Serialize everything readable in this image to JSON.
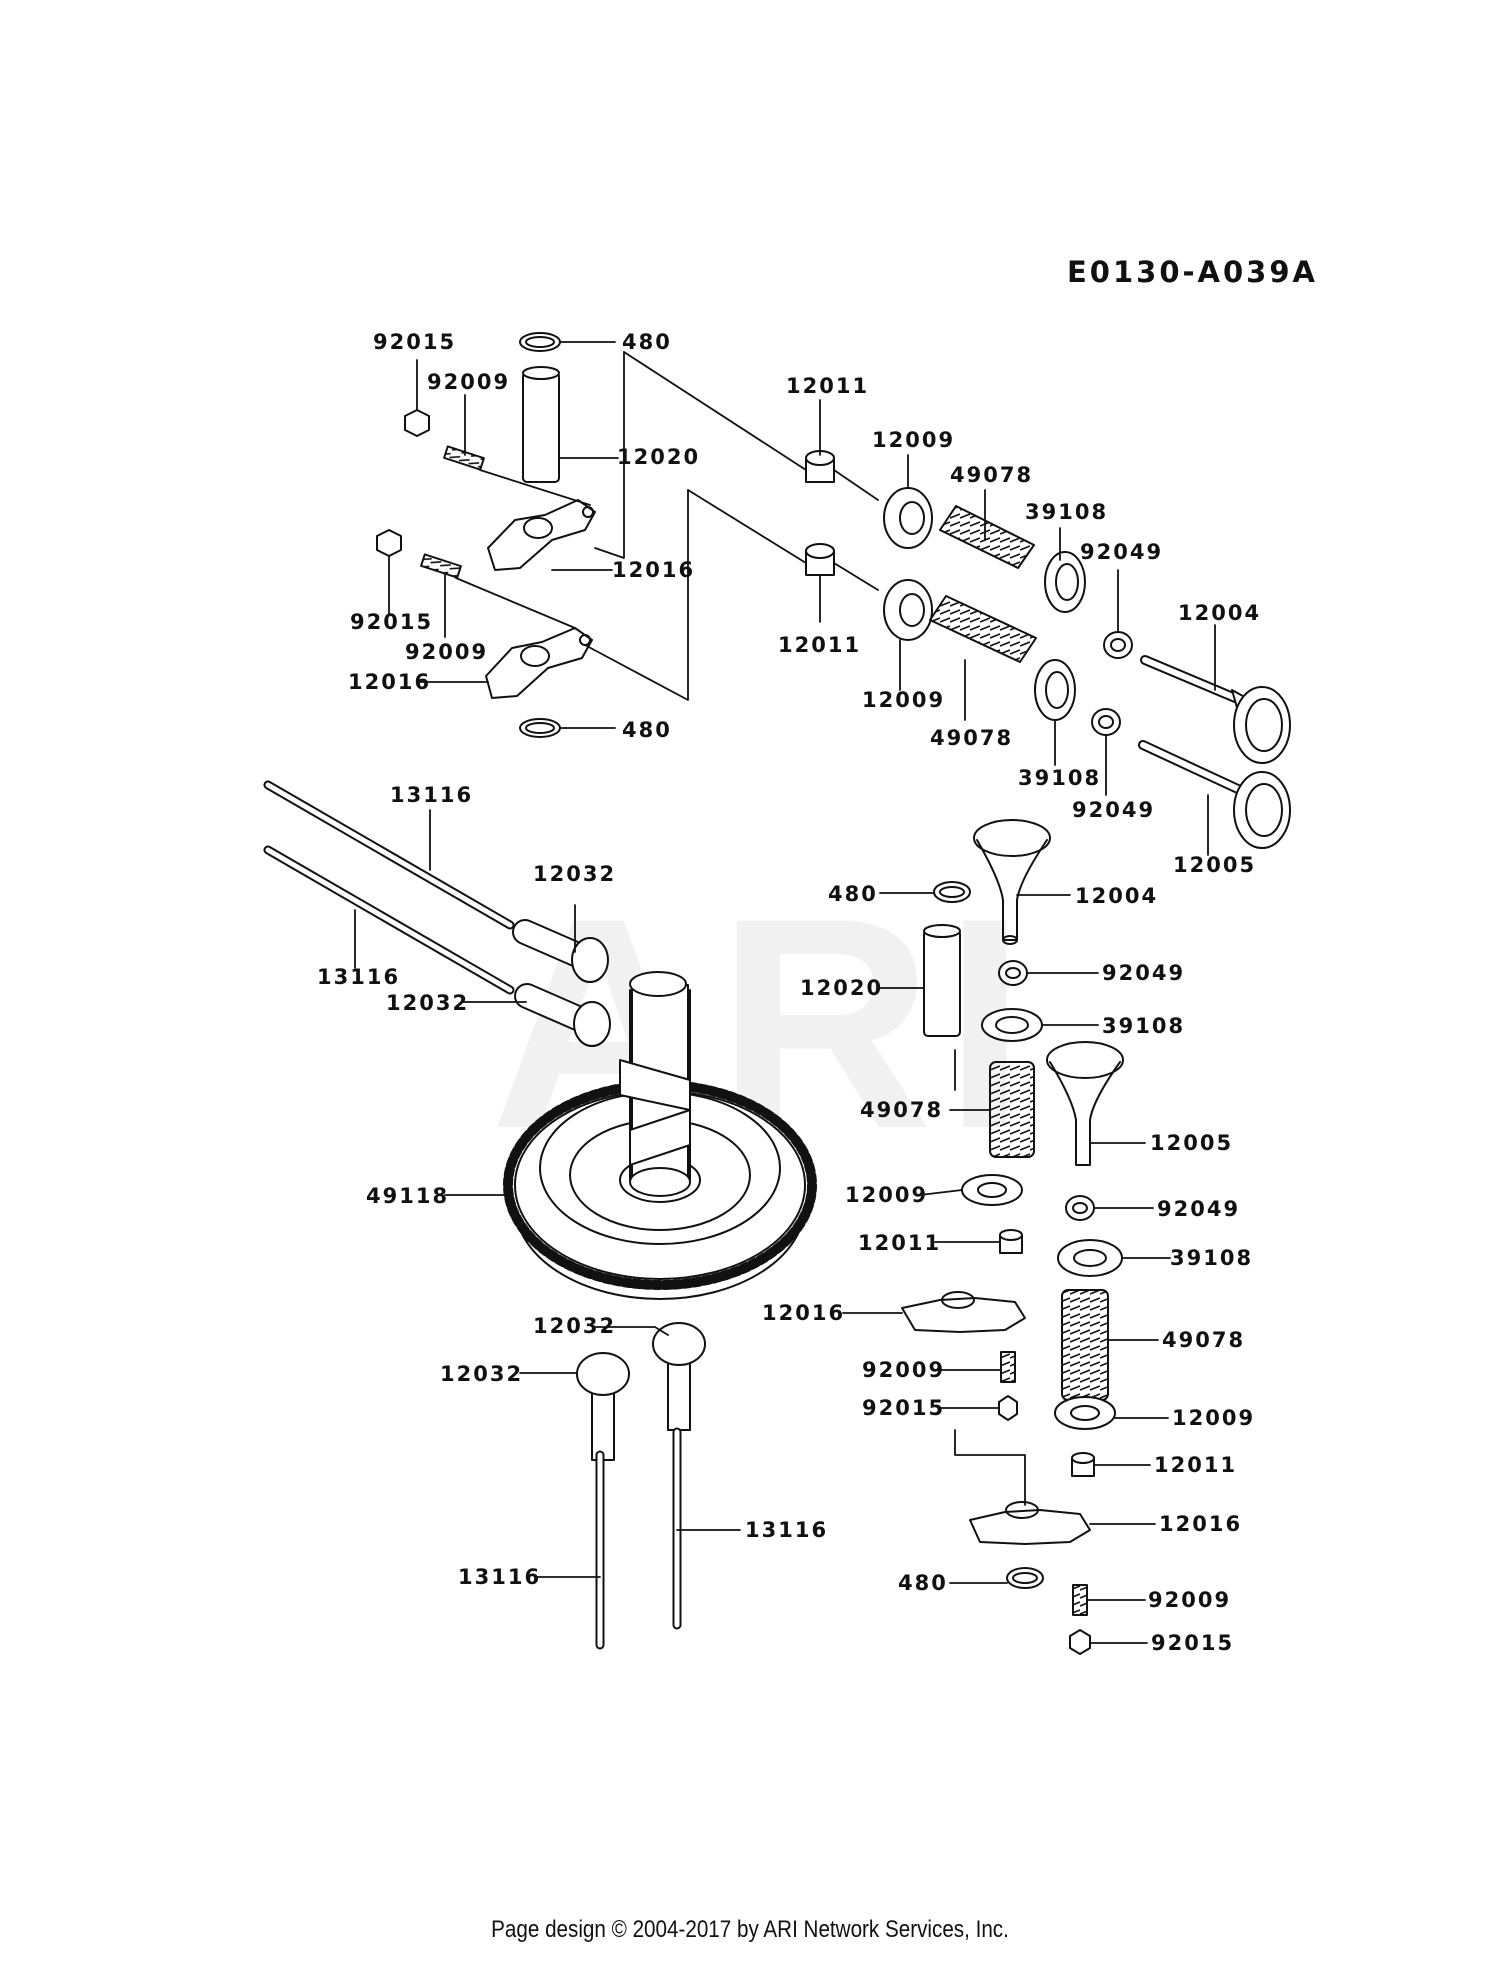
{
  "diagram_code": "E0130-A039A",
  "watermark": "ARI",
  "footer": "Page design © 2004-2017 by ARI Network Services, Inc.",
  "callouts": [
    {
      "id": "c01",
      "text": "92015"
    },
    {
      "id": "c02",
      "text": "480"
    },
    {
      "id": "c03",
      "text": "92009"
    },
    {
      "id": "c04",
      "text": "12020"
    },
    {
      "id": "c05",
      "text": "12016"
    },
    {
      "id": "c06",
      "text": "92015"
    },
    {
      "id": "c07",
      "text": "92009"
    },
    {
      "id": "c08",
      "text": "12016"
    },
    {
      "id": "c09",
      "text": "480"
    },
    {
      "id": "c10",
      "text": "12011"
    },
    {
      "id": "c11",
      "text": "12009"
    },
    {
      "id": "c12",
      "text": "49078"
    },
    {
      "id": "c13",
      "text": "39108"
    },
    {
      "id": "c14",
      "text": "92049"
    },
    {
      "id": "c15",
      "text": "12004"
    },
    {
      "id": "c16",
      "text": "12011"
    },
    {
      "id": "c17",
      "text": "12009"
    },
    {
      "id": "c18",
      "text": "49078"
    },
    {
      "id": "c19",
      "text": "39108"
    },
    {
      "id": "c20",
      "text": "92049"
    },
    {
      "id": "c21",
      "text": "12005"
    },
    {
      "id": "c22",
      "text": "13116"
    },
    {
      "id": "c23",
      "text": "12032"
    },
    {
      "id": "c24",
      "text": "13116"
    },
    {
      "id": "c25",
      "text": "12032"
    },
    {
      "id": "c26",
      "text": "480"
    },
    {
      "id": "c27",
      "text": "12004"
    },
    {
      "id": "c28",
      "text": "92049"
    },
    {
      "id": "c29",
      "text": "12020"
    },
    {
      "id": "c30",
      "text": "39108"
    },
    {
      "id": "c31",
      "text": "49078"
    },
    {
      "id": "c32",
      "text": "12005"
    },
    {
      "id": "c33",
      "text": "49118"
    },
    {
      "id": "c34",
      "text": "12009"
    },
    {
      "id": "c35",
      "text": "92049"
    },
    {
      "id": "c36",
      "text": "12011"
    },
    {
      "id": "c37",
      "text": "39108"
    },
    {
      "id": "c38",
      "text": "12016"
    },
    {
      "id": "c39",
      "text": "49078"
    },
    {
      "id": "c40",
      "text": "12032"
    },
    {
      "id": "c41",
      "text": "12032"
    },
    {
      "id": "c42",
      "text": "92009"
    },
    {
      "id": "c43",
      "text": "92015"
    },
    {
      "id": "c44",
      "text": "12009"
    },
    {
      "id": "c45",
      "text": "12011"
    },
    {
      "id": "c46",
      "text": "12016"
    },
    {
      "id": "c47",
      "text": "13116"
    },
    {
      "id": "c48",
      "text": "13116"
    },
    {
      "id": "c49",
      "text": "480"
    },
    {
      "id": "c50",
      "text": "92009"
    },
    {
      "id": "c51",
      "text": "92015"
    }
  ]
}
